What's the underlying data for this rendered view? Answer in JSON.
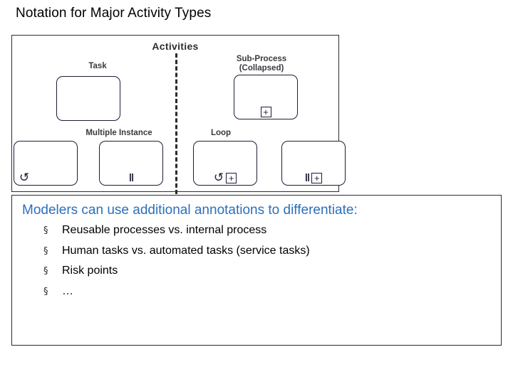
{
  "slide": {
    "title": "Notation for Major Activity Types"
  },
  "figure": {
    "title": "Activities",
    "labels": {
      "task": "Task",
      "subprocess": "Sub-Process\n(Collapsed)",
      "multiple_instance": "Multiple Instance",
      "loop": "Loop"
    },
    "shapes": [
      {
        "name": "task",
        "markers": []
      },
      {
        "name": "sub-process-collapsed",
        "markers": [
          "plus"
        ]
      },
      {
        "name": "ad-hoc",
        "markers": [
          "loop"
        ]
      },
      {
        "name": "multiple-instance",
        "markers": [
          "parallel"
        ]
      },
      {
        "name": "loop-collapsed",
        "markers": [
          "loop",
          "plus"
        ]
      },
      {
        "name": "multiple-instance-collapsed",
        "markers": [
          "parallel",
          "plus"
        ]
      }
    ],
    "marker_glyphs": {
      "plus": "+",
      "loop": "↺",
      "parallel": "‖"
    }
  },
  "textbox": {
    "heading": "Modelers can use additional annotations to differentiate:",
    "heading_color": "#2c6fbb",
    "bullet_mark": "§",
    "bullets": [
      "Reusable processes vs. internal process",
      "Human tasks vs. automated tasks (service tasks)",
      "Risk points",
      "…"
    ]
  }
}
